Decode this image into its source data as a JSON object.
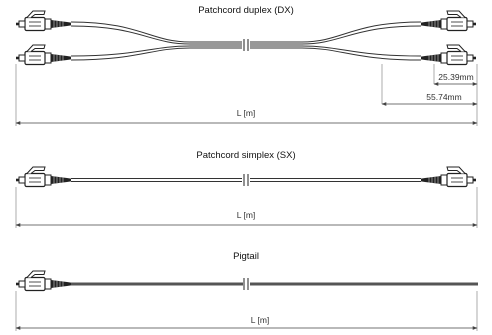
{
  "sections": [
    {
      "title": "Patchcord duplex (DX)",
      "length_label": "L [m]"
    },
    {
      "title": "Patchcord simplex (SX)",
      "length_label": "L [m]"
    },
    {
      "title": "Pigtail",
      "length_label": "L [m]"
    }
  ],
  "dimensions": {
    "short": "25.39mm",
    "long": "55.74mm"
  }
}
